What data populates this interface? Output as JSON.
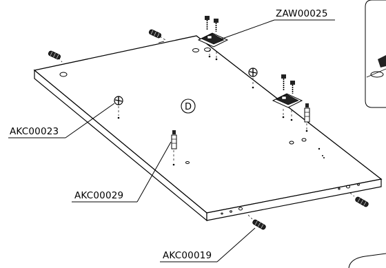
{
  "labels": {
    "zaw": "ZAW00025",
    "akc23": "AKC00023",
    "akc29": "AKC00029",
    "akc19": "AKC00019"
  },
  "panel_letter": "D"
}
